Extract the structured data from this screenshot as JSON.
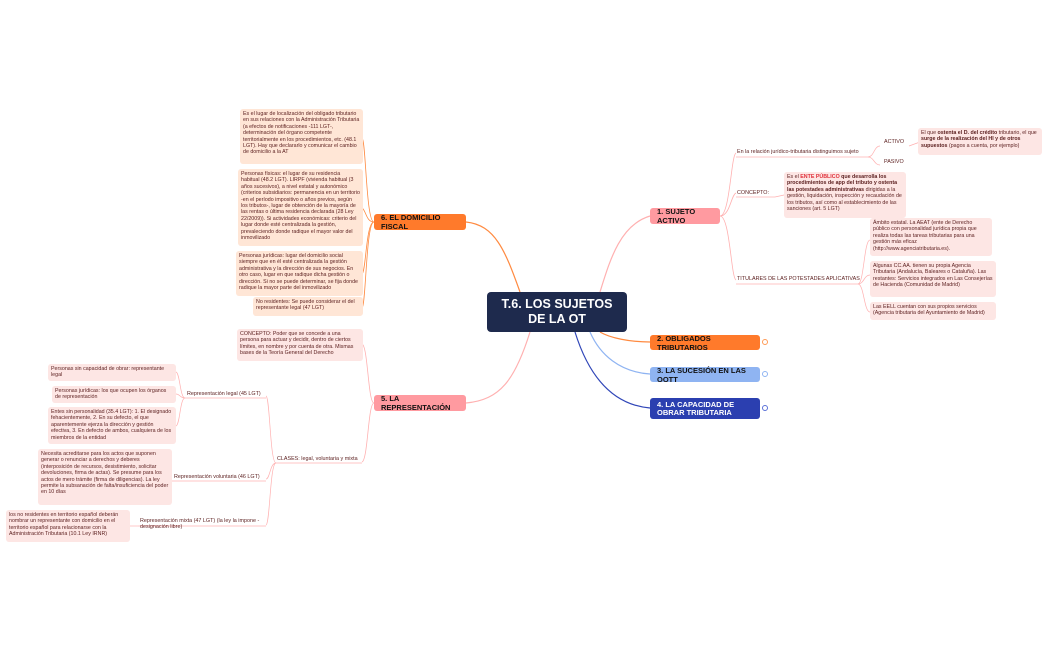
{
  "central": "T.6. LOS SUJETOS DE LA OT",
  "branches": {
    "sujeto_activo": {
      "label": "1. SUJETO ACTIVO",
      "relacion": {
        "label": "En la relación jurídico-tributaria distinguimos sujeto",
        "activo": "ACTIVO",
        "activo_desc": {
          "p1": "El que ",
          "b1": "ostenta el D. del crédito",
          "p2": " tributario, el que ",
          "b2": "surge de la realización del HI y de otros supuestos",
          "p3": " (pagos a cuenta, por ejemplo)"
        },
        "pasivo": "PASIVO"
      },
      "concepto": {
        "label": "CONCEPTO:",
        "desc": {
          "p1": "Es el ",
          "r1": "ENTE PÚBLICO",
          "b1": " que desarrolla los procedimientos de app del tributo y ostenta las potestades administrativas",
          "p2": " dirigidas a la gestión, liquidación, inspección y recaudación de los tributos, así como al establecimiento de las sanciones (art. 5 LGT)"
        }
      },
      "titulares": {
        "label": "TITULARES DE LAS POTESTADES APLICATIVAS",
        "items": [
          "Ámbito estatal. La AEAT (ente de Derecho público con personalidad jurídica propia que realiza todas las tareas tributarias para una gestión más eficaz (http://www.agenciatributaria.es).",
          "Algunas CC.AA. tienen su propia Agencia Tributaria (Andalucía, Baleares o Cataluña). Las restantes: Servicios integrados en Las Consejerías de Hacienda (Comunidad de Madrid)",
          "Las EELL cuentan con sus propios servicios (Agencia tributaria del Ayuntamiento de Madrid)"
        ]
      }
    },
    "obligados": {
      "label": "2. OBLIGADOS TRIBUTARIOS"
    },
    "sucesion": {
      "label": "3. LA SUCESIÓN EN LAS OOTT"
    },
    "capacidad": {
      "label": "4. LA CAPACIDAD DE OBRAR TRIBUTARIA"
    },
    "representacion": {
      "label": "5. LA REPRESENTACIÓN",
      "concepto": "CONCEPTO: Poder que se concede a una persona para actuar y decidir, dentro de ciertos límites, en nombre y por cuenta de otra. Mismas bases de la Teoría General del Derecho",
      "clases": {
        "label": "CLASES: legal, voluntaria y mixta",
        "legal": {
          "label": "Representación legal (45 LGT)",
          "items": [
            "Personas sin capacidad de obrar: representante legal",
            "Personas jurídicas: los que ocupen los órganos de representación",
            "Entes sin personalidad (35.4 LGT): 1. El designado fehacientemente, 2. En su defecto, el que aparentemente ejerza la dirección y gestión efectiva, 3. En defecto de ambos, cualquiera de los miembros de la entidad"
          ]
        },
        "voluntaria": {
          "label": "Representación voluntaria (46 LGT)",
          "item": "Necesita acreditarse para los actos que suponen generar o renunciar a derechos y deberes (interposición de recursos, desistimiento, solicitar devoluciones, firma de actas). Se presume para los actos de mero trámite (firma de diligencias). La ley permite la subsanación de falta/insuficiencia del poder en 10 días"
        },
        "mixta": {
          "label": "Representación mixta (47 LGT) (la ley la impone - designación libre)",
          "item": "los no residentes en territorio español deberán nombrar un representante con domicilio en el territorio español para relacionarse con la Administración Tributaria (10.1 Ley IRNR)"
        }
      }
    },
    "domicilio": {
      "label": "6. EL DOMICILIO FISCAL",
      "items": [
        "Es el lugar de localización del obligado tributario en sus relaciones con la Administración Tributaria (a efectos de notificaciones -111 LGT-, determinación del órgano competente territorialmente en los procedimientos, etc. (48.1 LGT). Hay que declararlo y comunicar el cambio de domicilio a la AT",
        "Personas físicas: el lugar de su residencia habitual (48.2 LGT). LIRPF (vivienda habitual (3 años sucesivos), a nivel estatal y autonómico (criterios subsidiarios: permanencia en un territorio -en el período impositivo o años previos, según los tributos-, lugar de obtención de la mayoría de las rentas o última residencia declarada (28 Ley 22/2009)). Si actividades económicas: criterio del lugar donde esté centralizada la gestión, prevaleciendo donde radique el mayor valor del inmovilizado",
        "Personas jurídicas: lugar del domicilio social siempre que en él esté centralizada la gestión administrativa y la dirección de sus negocios. En otro caso, lugar en que radique dicha gestión o dirección. Si no se puede determinar, se fija donde radique la mayor parte del inmovilizado",
        "No residentes: Se puede considerar el del representante legal (47 LGT)"
      ]
    }
  },
  "colors": {
    "central": "#1e2a4d",
    "sujeto_activo": "#ff9aa0",
    "obligados": "#ff7a2b",
    "sucesion": "#8fb4f2",
    "capacidad": "#2b3fb0",
    "representacion": "#ff9aa0",
    "domicilio": "#ff7a2b"
  }
}
